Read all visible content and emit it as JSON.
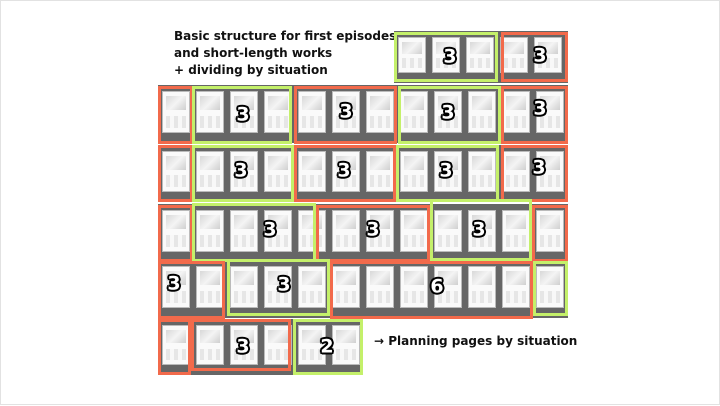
{
  "title_lines": [
    "Basic structure for first episodes",
    "and short-length works",
    "+ dividing by situation"
  ],
  "caption": "→ Planning pages by situation",
  "colors": {
    "red_group": "#f26a4b",
    "green_group": "#c4f06a",
    "spread_bg": "#666666"
  },
  "badges": [
    "3",
    "3",
    "3",
    "3",
    "3",
    "3",
    "3",
    "3",
    "3",
    "3",
    "3",
    "3",
    "3",
    "3",
    "3",
    "6",
    "3",
    "2"
  ]
}
